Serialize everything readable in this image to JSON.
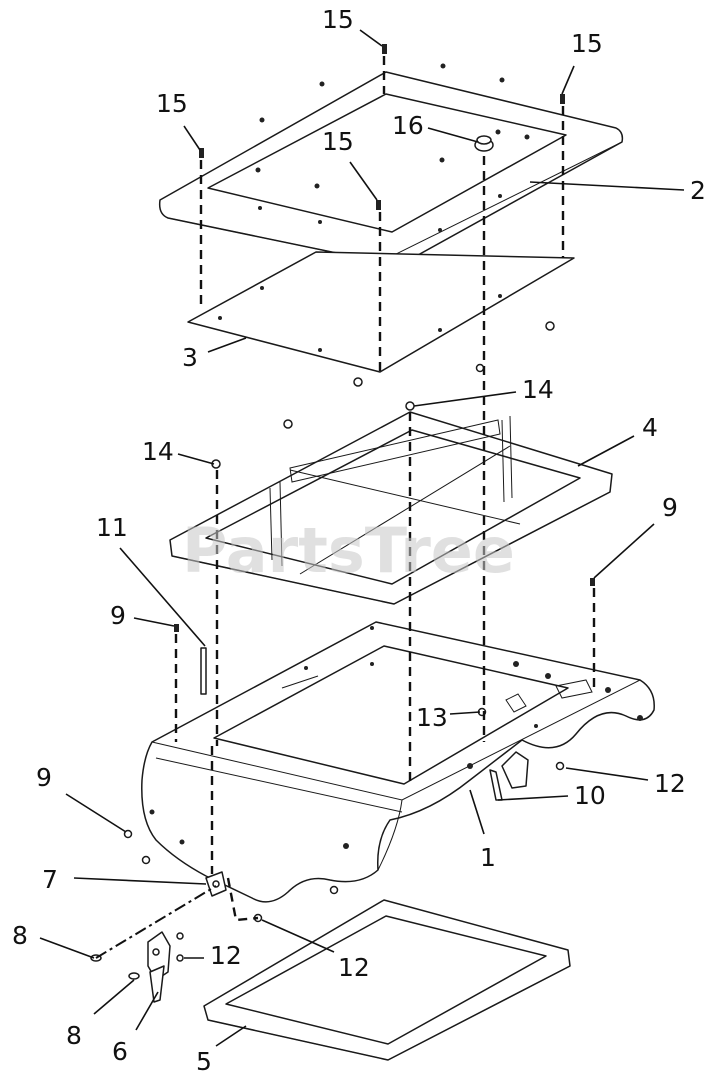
{
  "diagram": {
    "watermark": "PartsTree",
    "callouts": {
      "c15_top": "15",
      "c15_right": "15",
      "c15_left": "15",
      "c15_mid": "15",
      "c16": "16",
      "c2": "2",
      "c3": "3",
      "c14_right": "14",
      "c14_left": "14",
      "c4": "4",
      "c11": "11",
      "c9_left": "9",
      "c9_right": "9",
      "c9_lower": "9",
      "c13": "13",
      "c12_right": "12",
      "c10": "10",
      "c1": "1",
      "c7": "7",
      "c8_upper": "8",
      "c8_lower": "8",
      "c12_lower": "12",
      "c12_bottom": "12",
      "c6": "6",
      "c5": "5"
    }
  }
}
